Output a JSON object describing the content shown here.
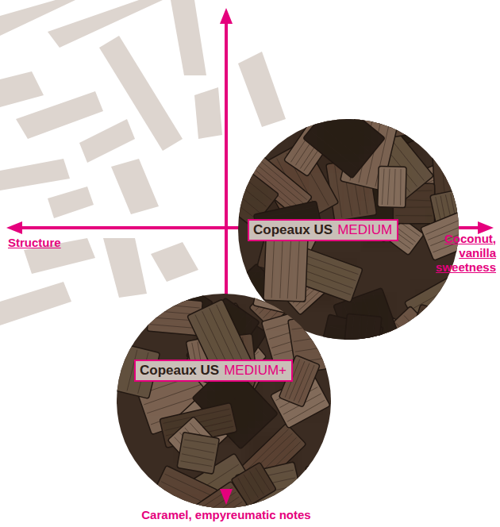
{
  "diagram": {
    "nodes": [
      {
        "text": [
          "Copeaux US",
          "MEDIUM"
        ]
      },
      {
        "text": [
          "Copeaux US",
          "MEDIUM+"
        ]
      }
    ],
    "labels": [
      "Structure",
      "Coconut, vanilla sweetness",
      "Caramel, empyreumatic notes"
    ]
  }
}
